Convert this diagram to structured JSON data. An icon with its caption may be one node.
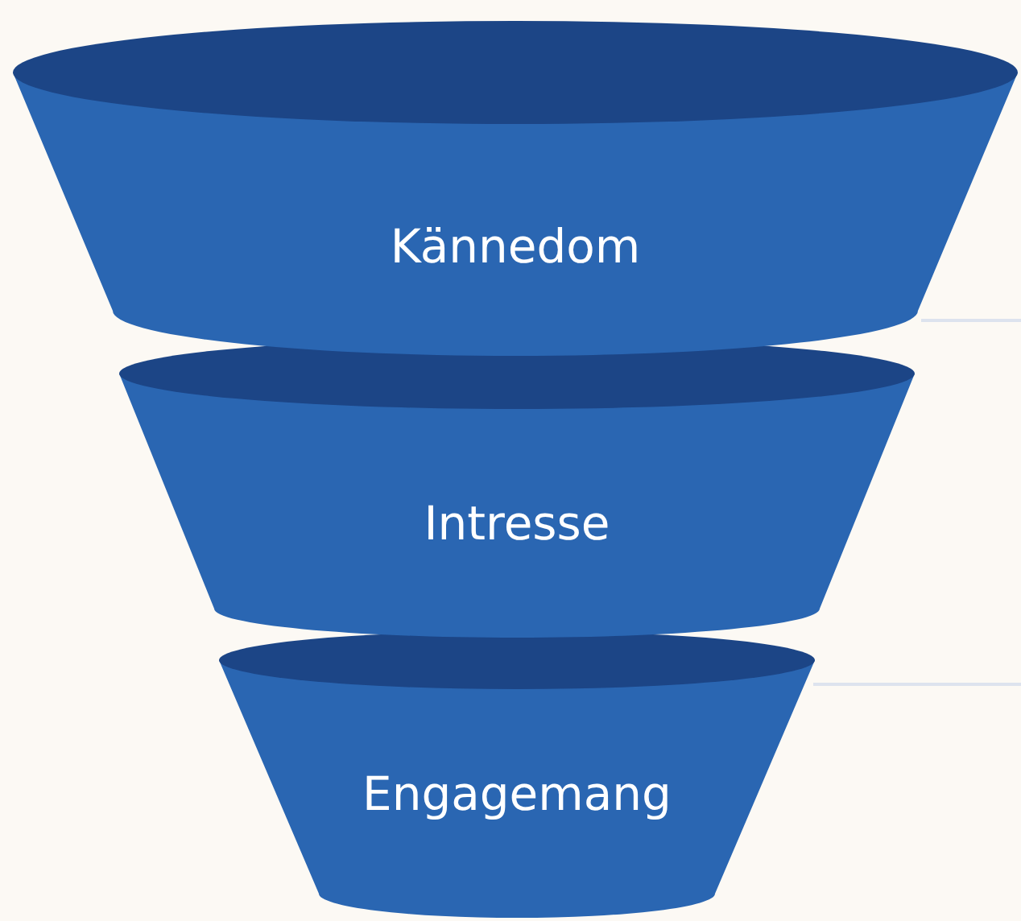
{
  "diagram": {
    "nodes": [
      {
        "text": [
          "Kännedom"
        ]
      },
      {
        "text": [
          "Intresse"
        ]
      },
      {
        "text": [
          "Engagemang"
        ]
      }
    ],
    "edges": [
      {
        "from": 0,
        "to": null,
        "arrow": "none"
      },
      {
        "from": 2,
        "to": null,
        "arrow": "none"
      }
    ]
  }
}
